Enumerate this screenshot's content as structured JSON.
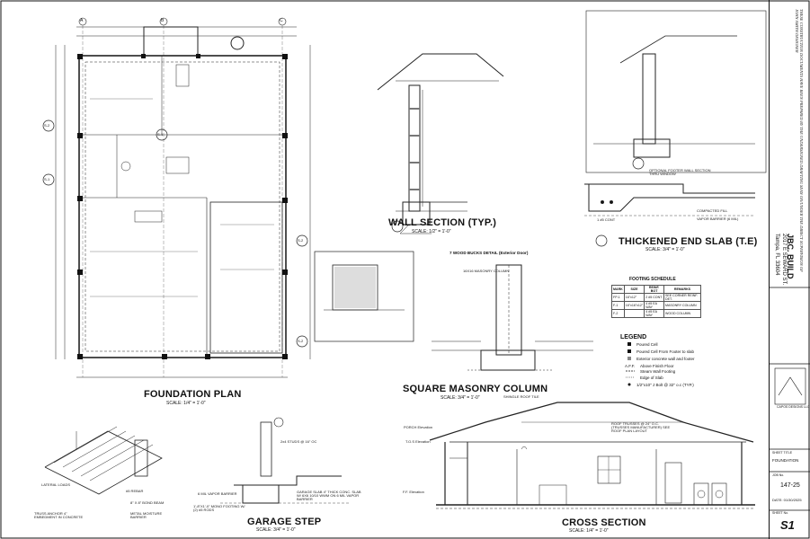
{
  "titles": {
    "foundation_plan": "FOUNDATION PLAN",
    "foundation_scale": "SCALE: 1/4\" = 1'-0\"",
    "wall_section": "WALL SECTION (TYP.)",
    "wall_scale": "SCALE: 1/2\" = 1'-0\"",
    "thickened_end_slab": "THICKENED END SLAB (T.E)",
    "thickened_scale": "SCALE: 3/4\" = 1'-0\"",
    "square_masonry_column": "SQUARE MASONRY COLUMN",
    "column_scale": "SCALE: 3/4\" = 1'-0\"",
    "garage_step": "GARAGE STEP",
    "garage_scale": "SCALE: 3/4\" = 1'-0\"",
    "cross_section": "CROSS SECTION",
    "cross_scale": "SCALE: 1/4\" = 1'-0\""
  },
  "labels": {
    "wood_bucks": "7 WOOD BUCKS DETAIL (Exterior Door)",
    "masonry_col": "16X16 MASONRY COLUMN",
    "optional_footer": "OPTIONAL FOOTER WALL SECTION THRU WINDOW",
    "compacted_fill": "COMPACTED FILL",
    "vapor_barrier": "VAPOR BARRIER (6 MIL)",
    "five_cont": "1 #5 CONT",
    "footing_schedule": "FOOTING SCHEDULE",
    "porch_elev": "PORCH Elevation",
    "tos_elev": "T.O.S Elevation",
    "ff_elev": "F.F. Elevation",
    "shingle_roof": "SHINGLE ROOF TILE",
    "roof_trusses": "ROOF TRUSSES @ 24\" O.C. (TRUSSES MANUFACTURER) SEE ROOF PLAN LAYOUT",
    "lateral_loads": "LATERAL LOADS",
    "truss_anchor": "TRUSS ANCHOR 4\" EMBEDMENT IN CONCRETE",
    "rebar": "#5 REBAR",
    "bond_beam": "8\" X 8\" BOND BEAM",
    "metal_barrier": "METAL MOISTURE BARRIER",
    "mil_vapor": "6 MIL VAPOR BARRIER",
    "mono_footing": "1'-8\"X1'-0\" MONO FOOTING W/ (2) #5 RODS",
    "garage_slab": "GARAGE SLAB 4\" THICK CONC. SLAB W/ 6X6 10/10 WWM ON 6 MIL VAPOR BARRIER",
    "studs": "2x4 STUDS @ 16\" OC"
  },
  "legend": {
    "title": "LEGEND",
    "items": [
      "Poured Cell",
      "Poured Cell From Footer to slab",
      "Exterior concrete wall and footer",
      "Above Finish Floor",
      "Steam Wall Footing",
      "Edge of Slab",
      "1/2\"x10\" J Bolt @ 32\" o.c (TYP.)"
    ],
    "afff": "A.F.F."
  },
  "schedule": {
    "headers": [
      "MARK",
      "SIZE",
      "REINF. BOT",
      "REMARKS"
    ],
    "rows": [
      [
        "FP-1",
        "16\"x12\"",
        "2 #5 CONT",
        "SEE CORNER REINF. DET."
      ],
      [
        "F-1",
        "16\"x16\"x12\"",
        "4 #5 EA WAY",
        "MASONRY COLUMN"
      ],
      [
        "F-2",
        "",
        "4 #5 EA WAY",
        "WOOD COLUMN"
      ]
    ]
  },
  "titleblock": {
    "company": "JBC. BUILD",
    "address": "2017 E SEWARD ST.",
    "city": "Tampa, FL 33604",
    "sheet_title_label": "SHEET TITLE",
    "sheet_title": "FOUNDATION",
    "job_label": "JOB No.",
    "job_no": "147-25",
    "date": "DATE: 01/30/2025",
    "sheet_no_label": "SHEET No.",
    "sheet_no": "S1",
    "cert_text": "THESE CONSTRUCTION DOCUMENTS HAVE BEEN PREPARED BY THE UNDERSIGNED DRAFTING SEAN ON/UNDER THE DIRECT SUPERVISION OF JOHN SMITH DESIGNER",
    "designer": "CAPOS DESIGNS LLC"
  },
  "grid": {
    "cols": [
      "A",
      "B",
      "C"
    ],
    "section_tags": [
      "S-2",
      "S-1",
      "S-2",
      "S-1",
      "S-2"
    ]
  }
}
